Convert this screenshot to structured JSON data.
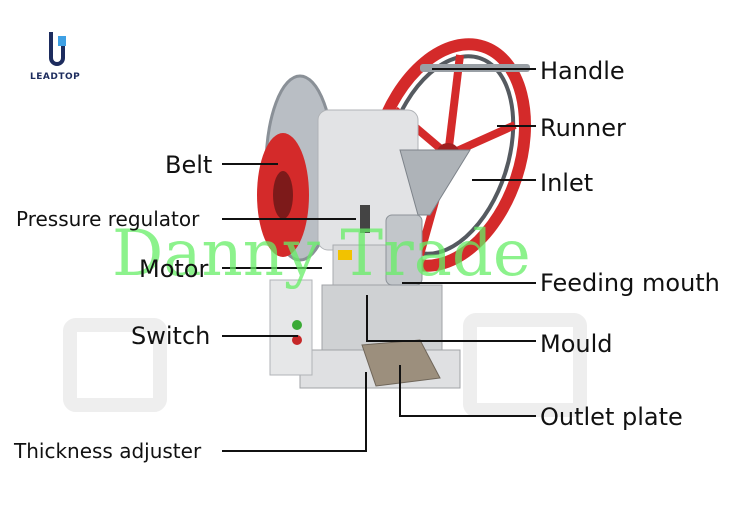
{
  "brand": {
    "logo_text": "LEADTOP",
    "logo_color": "#1d2c5e"
  },
  "watermark": {
    "text": "Danny Trade",
    "color": "#66ee66"
  },
  "labels": {
    "handle": "Handle",
    "runner": "Runner",
    "inlet": "Inlet",
    "feeding_mouth": "Feeding mouth",
    "mould": "Mould",
    "outlet_plate": "Outlet plate",
    "belt": "Belt",
    "pressure_regulator": "Pressure regulator",
    "motor": "Motor",
    "switch": "Switch",
    "thickness_adjuster": "Thickness adjuster"
  },
  "colors": {
    "wheel_red": "#d42a2a",
    "steel": "#b9bec4",
    "body": "#e9e9ea",
    "leader": "#111111"
  }
}
